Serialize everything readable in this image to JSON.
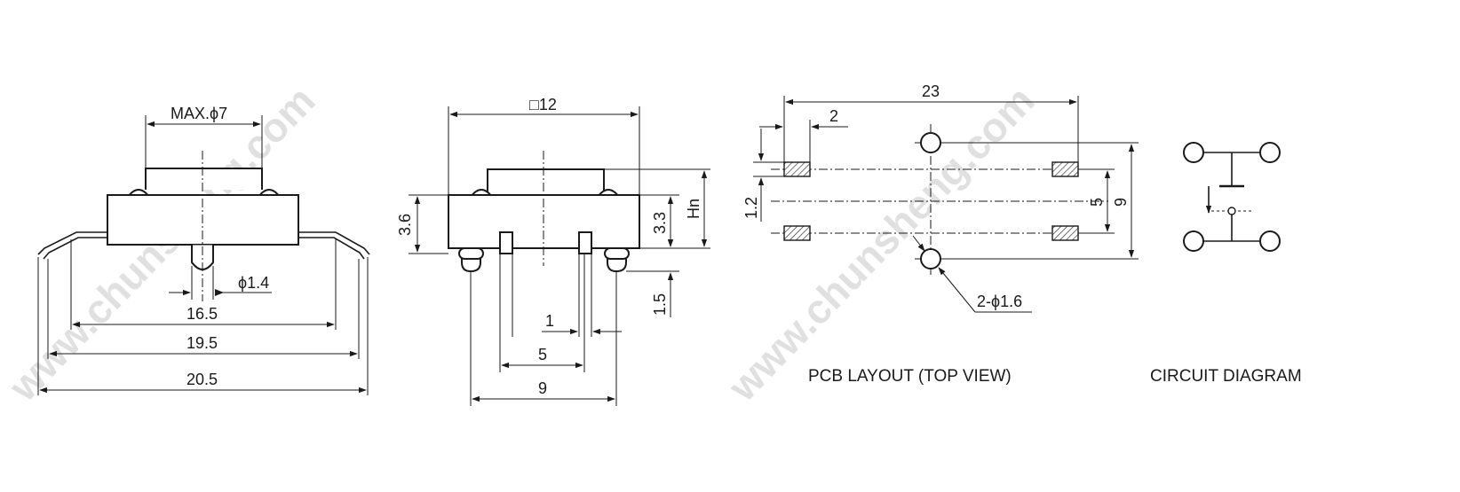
{
  "watermark": "www.chunsheng.com",
  "side_view": {
    "dim_max": "MAX.ϕ7",
    "dim_pin": "ϕ1.4",
    "dim_a": "16.5",
    "dim_b": "19.5",
    "dim_c": "20.5"
  },
  "front_view": {
    "dim_top": "□12",
    "dim_h1": "3.6",
    "dim_h2": "3.3",
    "dim_hn": "Hn",
    "dim_h3": "1.5",
    "dim_1": "1",
    "dim_5": "5",
    "dim_9": "9"
  },
  "pcb": {
    "caption": "PCB LAYOUT (TOP VIEW)",
    "dim_23": "23",
    "dim_2": "2",
    "dim_12": "1.2",
    "dim_5": "5",
    "dim_9": "9",
    "dim_hole": "2-ϕ1.6"
  },
  "circuit": {
    "caption": "CIRCUIT DIAGRAM"
  }
}
